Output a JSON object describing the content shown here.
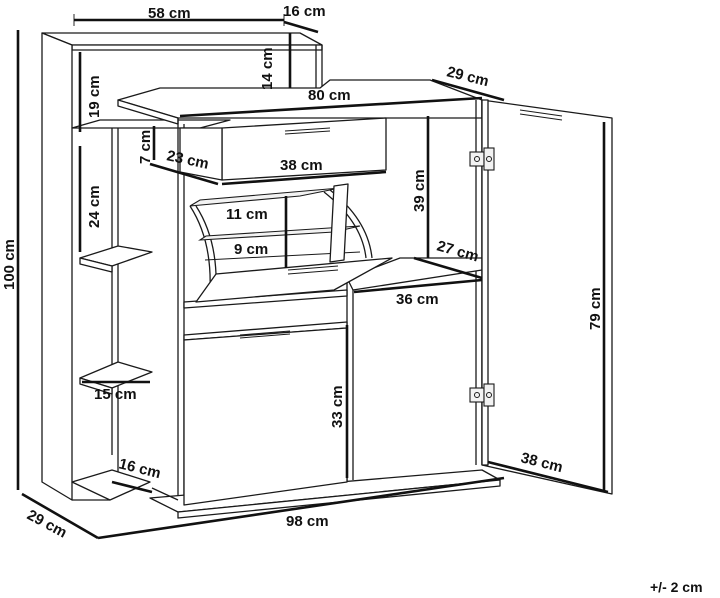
{
  "dimensions": {
    "total_height": "100 cm",
    "top_width": "58 cm",
    "top_depth": "16 cm",
    "top_shelf_height": "14 cm",
    "left_upper_gap": "19 cm",
    "left_mid_gap": "24 cm",
    "drawer_height": "7 cm",
    "drawer_depth": "23 cm",
    "drawer_width": "38 cm",
    "body_width": "80 cm",
    "body_depth": "29 cm",
    "flap_gap_upper": "11 cm",
    "flap_gap_lower": "9 cm",
    "compartment_height": "39 cm",
    "shelf_depth": "27 cm",
    "shelf_width": "36 cm",
    "door_height": "79 cm",
    "lower_compartment_height": "33 cm",
    "side_shelf_depth": "15 cm",
    "base_depth_small": "16 cm",
    "door_width": "38 cm",
    "total_depth": "29 cm",
    "total_width": "98 cm"
  },
  "tolerance": "+/- 2 cm"
}
